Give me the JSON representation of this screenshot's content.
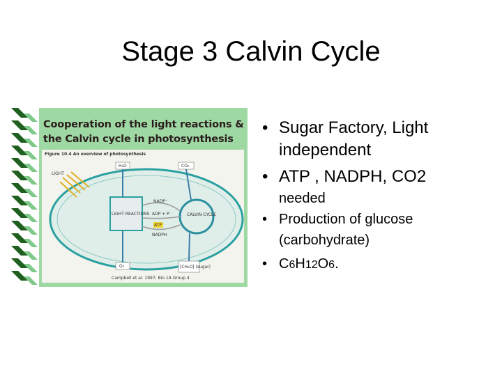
{
  "slide": {
    "title": "Stage 3 Calvin Cycle"
  },
  "figure": {
    "heading_line1": "Cooperation of the light reactions &",
    "heading_line2": "the Calvin cycle in photosynthesis",
    "caption": "Figure 10.4  An overview of photosynthesis",
    "labels": {
      "h2o": "H₂O",
      "co2": "CO₂",
      "light": "LIGHT",
      "light_reactions": "LIGHT REACTIONS",
      "nadp": "NADP⁺",
      "adp": "ADP + P",
      "atp": "ATP",
      "nadph": "NADPH",
      "calvin": "CALVIN CYCLE",
      "o2": "O₂",
      "ch2o": "[CH₂O] (sugar)",
      "credit": "Campbell et al. 1997; Bio 1A Group 4"
    },
    "colors": {
      "background": "#9ed9a4",
      "panel": "#f4f4ee",
      "membrane": "#2aa0a0",
      "arrow": "#e0b020"
    }
  },
  "bullets": {
    "b1": "Sugar Factory, Light independent",
    "b2_main": "ATP , NADPH, CO",
    "b2_sub": "2",
    "b2_small": "needed",
    "b3": "Production of glucose (carbohydrate)",
    "b4_c": "C",
    "b4_6a": "6",
    "b4_h": "H",
    "b4_12": "12",
    "b4_o": "O",
    "b4_6b": "6",
    "b4_end": ".",
    "marker": "•"
  }
}
